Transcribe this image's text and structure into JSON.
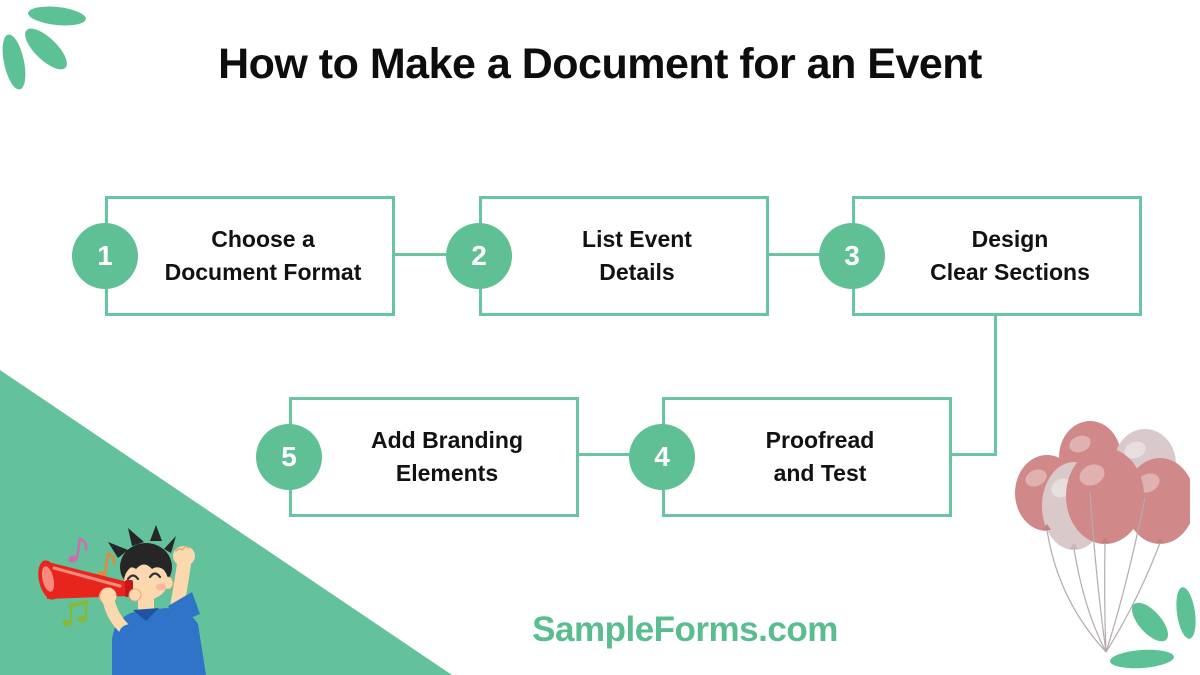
{
  "title": "How to Make a Document for an Event",
  "steps": [
    {
      "number": "1",
      "line1": "Choose a",
      "line2": "Document Format"
    },
    {
      "number": "2",
      "line1": "List Event",
      "line2": "Details"
    },
    {
      "number": "3",
      "line1": "Design",
      "line2": "Clear Sections"
    },
    {
      "number": "4",
      "line1": "Proofread",
      "line2": "and Test"
    },
    {
      "number": "5",
      "line1": "Add Branding",
      "line2": "Elements"
    }
  ],
  "footer": {
    "website": "SampleForms.com"
  },
  "colors": {
    "accent_green": "#5fc096",
    "border_green": "#68c5a0",
    "triangle_green": "#63c29b",
    "title_black": "#0d0d0d",
    "footer_green": "#5abd90",
    "balloon_rose": "#d08888",
    "balloon_pale": "#d9c9ca",
    "horn_red": "#e8251d",
    "shirt_blue": "#2f74c8"
  },
  "decorations": {
    "top_left": "leaves-icon",
    "bottom_right": "leaves-icon",
    "balloons": "balloons-icon",
    "character": "boy-blowing-horn-icon"
  }
}
